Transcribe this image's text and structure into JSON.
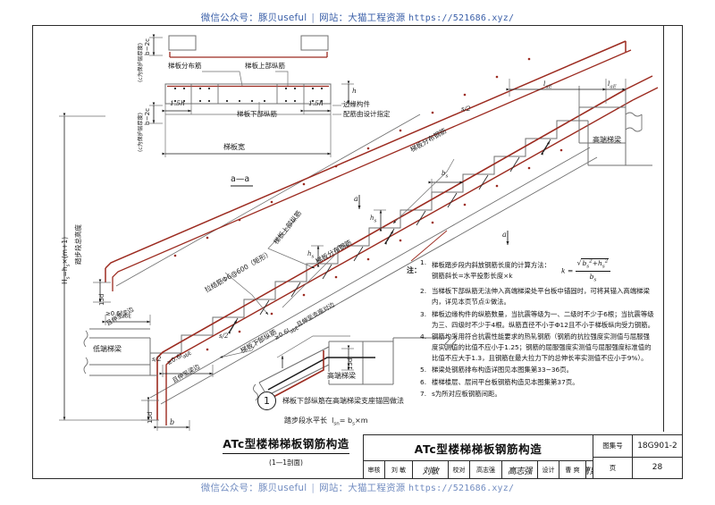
{
  "watermark": {
    "prefix": "微信公众号：",
    "account": "豚贝useful",
    "separator": "|",
    "site_label": "网站：",
    "site_name": "大猫工程资源",
    "url": "https://521686.xyz/"
  },
  "section_aa": {
    "title": "a—a",
    "labels": {
      "distribution_bar": "梯板分布筋",
      "top_longitudinal": "梯板上部纵筋",
      "bottom_longitudinal": "梯板下部纵筋",
      "edge_member_1": "边缘构件",
      "edge_member_2": "配筋由设计指定",
      "slab_width": "梯板宽",
      "dim_left_1": "1.5h",
      "dim_left_2": "1.5h",
      "dim_h": "h",
      "vertical_upper": "b−2c",
      "vertical_upper_note": "(c为保护层厚度)",
      "vertical_lower": "b−2c",
      "vertical_lower_note": "(c为保护层厚度)"
    }
  },
  "main_drawing": {
    "labels": {
      "distribution_bar": "梯板分布钢筋",
      "top_longitudinal": "梯板上部纵筋",
      "bottom_longitudinal": "梯板下部纵筋",
      "tie_bar": "拉结筋Φ6@600（矩形）",
      "high_beam_1": "高端梯梁",
      "high_beam_2": "高端梯梁",
      "high_beam_3": "高端梯梁",
      "low_beam": "低端梯梁",
      "anchor_support_top": "且伸至支座对边",
      "anchor_beam_edge_1": "且伸至梁边",
      "anchor_beam_edge_2": "且伸至梁边",
      "ge_06lab_1": "≥0.6l",
      "ge_06lab_2": "≥0.6l",
      "ge_06lab_3": "≥0.6l",
      "sub_ab": "ab",
      "sub_abE": "abE",
      "lab_label": "l",
      "lab_sub": "aE",
      "lab_label2": "l",
      "lab_sub2": "aE",
      "section_mark_a_1": "a",
      "section_mark_a_2": "a",
      "s_over_2_1": "s/2",
      "s_over_2_2": "s/2",
      "s_over_2_3": "s/2",
      "hs": "h",
      "hs_sub": "s",
      "bs": "b",
      "bs_sub": "s",
      "dim_15d_1": "15d",
      "dim_15d_2": "15d",
      "dim_15d_3": "15d",
      "dim_b_1": "b",
      "dim_b_2": "b",
      "height_total": "H",
      "height_total_sub": "s",
      "height_formula": "=h",
      "height_formula_sub": "s",
      "height_formula_tail": "×(m+1)",
      "height_desc": "踏步段总高度",
      "run_label": "踏步段水平长",
      "run_formula_l": "l",
      "run_formula_lsub": "sn",
      "run_formula_eq": "= b",
      "run_formula_bsub": "s",
      "run_formula_tail": "×m"
    }
  },
  "detail_1": {
    "number": "1",
    "caption": "梯板下部纵筋在高端梯梁支座锚固做法",
    "beam_label": "高端梯梁",
    "anchor_label": "≥0.6l",
    "anchor_sub": "abE",
    "anchor_tail": "且伸至支座对边",
    "dim_15d": "15d"
  },
  "notes": {
    "head": "注：",
    "items": [
      {
        "num": "1.",
        "text_line1": "梯板踏步段内斜放钢筋长度的计算方法：",
        "text_line2": "钢筋斜长=水平投影长度×k",
        "has_formula": true,
        "formula": {
          "lhs": "k",
          "eq": "=",
          "numerator_sqrt": "b",
          "num_sub1": "s",
          "num_sup1": "2",
          "num_plus": "+",
          "num_h": "h",
          "num_sub2": "s",
          "num_sup2": "2",
          "denominator": "b",
          "den_sub": "s"
        }
      },
      {
        "num": "2.",
        "text_line1": "当梯板下部纵筋无法伸入高端梯梁处平台板中锚固时，可将其锚入高端梯梁",
        "text_line2": "内，详见本页节点①做法。"
      },
      {
        "num": "3.",
        "text_line1": "梯板边缘构件的纵筋数量，当抗震等级为一、二级时不少于6根；当抗震等级",
        "text_line2": "为三、四级时不少于4根。纵筋直径不小于Φ12且不小于梯板纵向受力钢筋。"
      },
      {
        "num": "4.",
        "text_line1": "钢筋均采用符合抗震性能要求的热轧钢筋（钢筋的抗拉强度实测值与屈服强",
        "text_line2": "度实测值的比值不应小于1.25；钢筋的屈服强度实测值与屈服强度标准值的",
        "text_line3": "比值不应大于1.3，且钢筋在最大拉力下的总伸长率实测值不应小于9%）。"
      },
      {
        "num": "5.",
        "text_line1": "梯梁处钢筋排布构造详图见本图集第33~36页。"
      },
      {
        "num": "6.",
        "text_line1": "楼梯楼层、层间平台板钢筋构造见本图集第37页。"
      },
      {
        "num": "7.",
        "text_line1": "s为所对应板钢筋间距。"
      }
    ]
  },
  "caption": {
    "main": "ATc型楼梯梯板钢筋构造",
    "sub": "(1—1剖面)"
  },
  "titleblock": {
    "title": "ATc型楼梯梯板钢筋构造",
    "signatures": [
      {
        "role": "审核",
        "name": "刘  敏",
        "sign": "刘敏"
      },
      {
        "role": "校对",
        "name": "高志强",
        "sign": "高志强"
      },
      {
        "role": "设计",
        "name": "曹  爽",
        "sign": "曹爽"
      }
    ],
    "drawing_no_label": "图集号",
    "drawing_no": "18G901-2",
    "page_label": "页",
    "page_no": "28"
  },
  "colors": {
    "rebar": "#9c2b20",
    "outline": "#6f6f6f",
    "dark": "#2b2b2b",
    "watermark": "#3a5fa8"
  }
}
